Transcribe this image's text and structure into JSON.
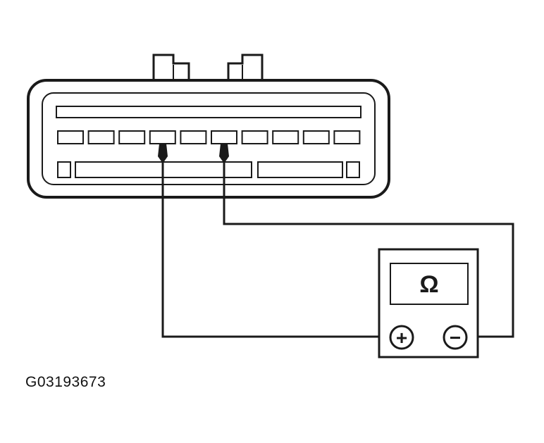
{
  "diagram": {
    "figure_id": "G03193673",
    "meter": {
      "display_symbol": "Ω",
      "positive_symbol": "+",
      "negative_symbol": "−"
    },
    "connector": {
      "upper_row_terminals": 10,
      "probed_terminals": [
        4,
        6
      ]
    }
  },
  "colors": {
    "line": "#1a1a1a",
    "background": "#ffffff"
  },
  "icons": {
    "meter_display": "ohm-symbol",
    "positive_terminal": "plus-circle-icon",
    "negative_terminal": "minus-circle-icon"
  }
}
